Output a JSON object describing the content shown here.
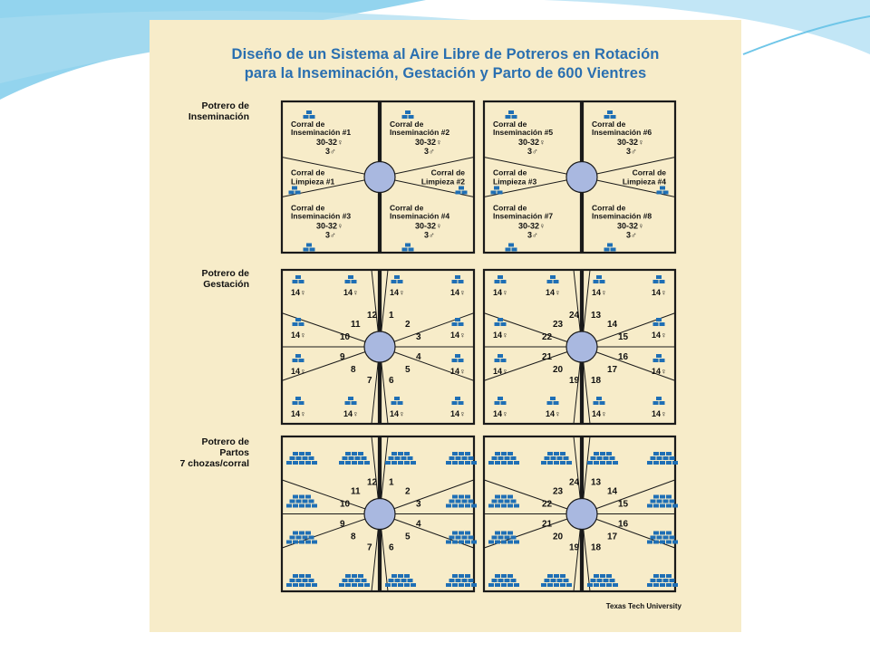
{
  "slide": {
    "title_line1": "Diseño de un Sistema al Aire Libre de Potreros en Rotación",
    "title_line2": "para la Inseminación, Gestación y Parto de 600 Vientres",
    "credit": "Texas Tech University"
  },
  "colors": {
    "panel": "#f7ecc9",
    "border": "#1a1a1a",
    "hut": "#1f6fb5",
    "hub": "#a9b8e0",
    "title": "#2a6fb0",
    "swoosh": "#6fc6e8"
  },
  "rows": {
    "insemination": {
      "label": [
        "Potrero de",
        "Inseminación"
      ],
      "paddocks": [
        {
          "pens": [
            {
              "lines": [
                "Corral de",
                "Inseminación #1"
              ],
              "count": "30-32♀",
              "males": "3♂"
            },
            {
              "lines": [
                "Corral de",
                "Inseminación #2"
              ],
              "count": "30-32♀",
              "males": "3♂"
            },
            {
              "lines": [
                "Corral de",
                "Inseminación #3"
              ],
              "count": "30-32♀",
              "males": "3♂"
            },
            {
              "lines": [
                "Corral de",
                "Inseminación #4"
              ],
              "count": "30-32♀",
              "males": "3♂"
            }
          ],
          "cleaning": [
            {
              "lines": [
                "Corral de",
                "Limpieza #1"
              ]
            },
            {
              "lines": [
                "Corral de",
                "Limpieza #2"
              ]
            }
          ]
        },
        {
          "pens": [
            {
              "lines": [
                "Corral de",
                "Inseminación #5"
              ],
              "count": "30-32♀",
              "males": "3♂"
            },
            {
              "lines": [
                "Corral de",
                "Inseminación #6"
              ],
              "count": "30-32♀",
              "males": "3♂"
            },
            {
              "lines": [
                "Corral de",
                "Inseminación #7"
              ],
              "count": "30-32♀",
              "males": "3♂"
            },
            {
              "lines": [
                "Corral de",
                "Inseminación #8"
              ],
              "count": "30-32♀",
              "males": "3♂"
            }
          ],
          "cleaning": [
            {
              "lines": [
                "Corral de",
                "Limpieza #3"
              ]
            },
            {
              "lines": [
                "Corral de",
                "Limpieza #4"
              ]
            }
          ]
        }
      ]
    },
    "gestation": {
      "label": [
        "Potrero de",
        "Gestación"
      ],
      "sow_label": "14♀",
      "paddock_numbers": [
        [
          "12",
          "11",
          "10",
          "9",
          "8",
          "7",
          "1",
          "2",
          "3",
          "4",
          "5",
          "6"
        ],
        [
          "24",
          "23",
          "22",
          "21",
          "20",
          "19",
          "13",
          "14",
          "15",
          "16",
          "17",
          "18"
        ]
      ]
    },
    "farrowing": {
      "label": [
        "Potrero de",
        "Partos",
        "7 chozas/corral"
      ],
      "paddock_numbers": [
        [
          "12",
          "11",
          "10",
          "9",
          "8",
          "7",
          "1",
          "2",
          "3",
          "4",
          "5",
          "6"
        ],
        [
          "24",
          "23",
          "22",
          "21",
          "20",
          "19",
          "13",
          "14",
          "15",
          "16",
          "17",
          "18"
        ]
      ]
    }
  }
}
